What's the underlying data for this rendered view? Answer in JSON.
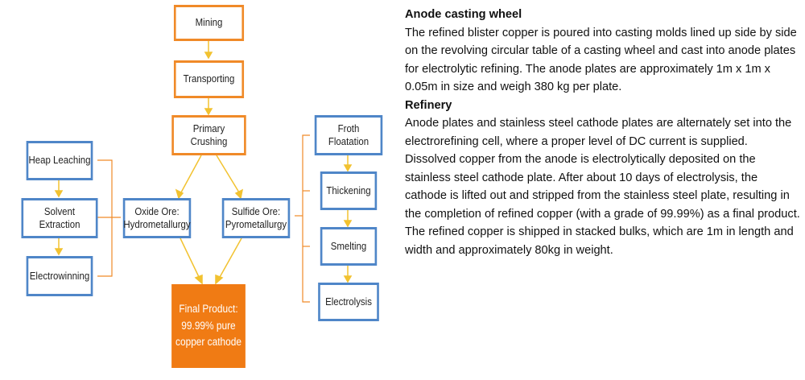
{
  "flowchart": {
    "mining": "Mining",
    "transporting": "Transporting",
    "primary_crushing": "Primary Crushing",
    "oxide_ore": [
      "Oxide Ore:",
      "Hydrometallurgy"
    ],
    "sulfide_ore": [
      "Sulfide Ore:",
      "Pyrometallurgy"
    ],
    "heap_leaching": "Heap Leaching",
    "solvent_extraction": "Solvent Extraction",
    "electrowinning": "Electrowinning",
    "froth_floatation": "Froth Floatation",
    "thickening": "Thickening",
    "smelting": "Smelting",
    "electrolysis": "Electrolysis",
    "final_product": [
      "Final Product:",
      "99.99% pure",
      "copper cathode"
    ],
    "colors": {
      "orange": "#f08a28",
      "blue": "#4f86c8",
      "arrow": "#f2c230",
      "connector": "#f08a28",
      "final_fill": "#f07b14"
    }
  },
  "text": {
    "section1_heading": "Anode casting wheel",
    "section1_body": "The refined blister copper is poured into casting molds lined up side by side on the revolving circular table of a casting wheel and cast into anode plates for electrolytic refining. The anode plates are approximately 1m x 1m x 0.05m in size and weigh 380 kg per plate.",
    "section2_heading": "Refinery",
    "section2_body": "Anode plates and stainless steel cathode plates are alternately set into the electrorefining cell, where a proper level of DC current is supplied. Dissolved copper from the anode is electrolytically deposited on the stainless steel cathode plate. After about 10 days of electrolysis, the cathode is lifted out and stripped from the stainless steel plate, resulting in the completion of refined copper (with a grade of 99.99%) as a final product. The refined copper is shipped in stacked bulks, which are 1m in length and width and approximately 80kg in weight."
  }
}
